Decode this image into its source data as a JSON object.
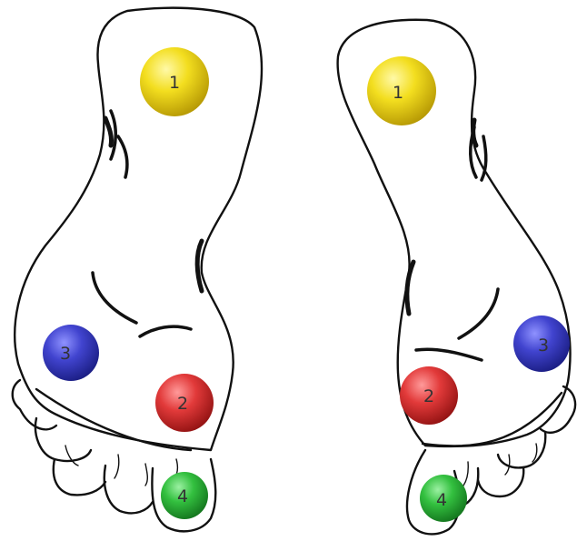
{
  "diagram": {
    "markers": [
      {
        "id": "left-1",
        "label": "1",
        "color": "#f3de1f"
      },
      {
        "id": "left-3",
        "label": "3",
        "color": "#4144cf"
      },
      {
        "id": "left-2",
        "label": "2",
        "color": "#e23a3a"
      },
      {
        "id": "left-4",
        "label": "4",
        "color": "#33c03f"
      },
      {
        "id": "right-1",
        "label": "1",
        "color": "#f3de1f"
      },
      {
        "id": "right-3",
        "label": "3",
        "color": "#4144cf"
      },
      {
        "id": "right-2",
        "label": "2",
        "color": "#e23a3a"
      },
      {
        "id": "right-4",
        "label": "4",
        "color": "#33c03f"
      }
    ]
  }
}
